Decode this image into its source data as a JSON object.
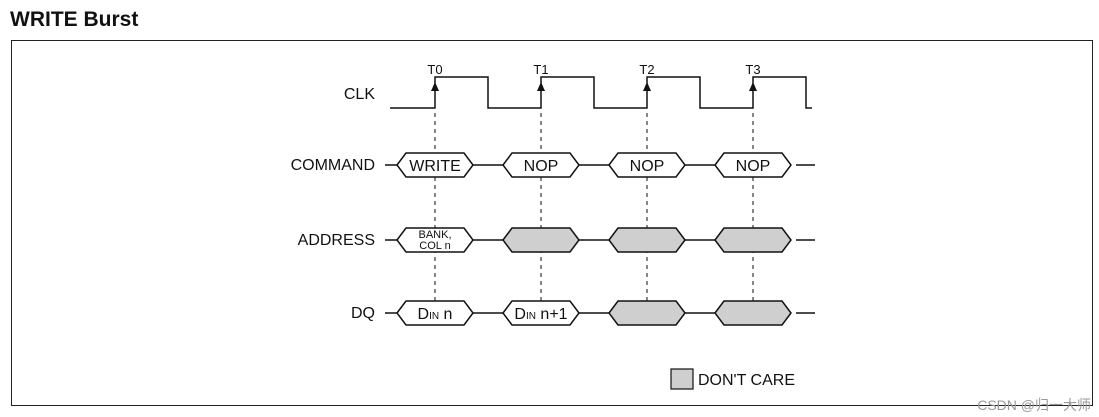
{
  "title": "WRITE Burst",
  "colors": {
    "dont_care_fill": "#cfcfcf",
    "line": "#111111",
    "watermark": "#9a9a9a"
  },
  "clock_edges": [
    "T0",
    "T1",
    "T2",
    "T3"
  ],
  "signals": [
    {
      "name": "CLK"
    },
    {
      "name": "COMMAND",
      "cells": [
        {
          "type": "value",
          "text": "WRITE"
        },
        {
          "type": "value",
          "text": "NOP"
        },
        {
          "type": "value",
          "text": "NOP"
        },
        {
          "type": "value",
          "text": "NOP"
        }
      ]
    },
    {
      "name": "ADDRESS",
      "cells": [
        {
          "type": "value",
          "lines": [
            "BANK,",
            "COL n"
          ]
        },
        {
          "type": "dontcare"
        },
        {
          "type": "dontcare"
        },
        {
          "type": "dontcare"
        }
      ]
    },
    {
      "name": "DQ",
      "cells": [
        {
          "type": "value",
          "main": "D",
          "sub": "IN",
          "suffix": " n"
        },
        {
          "type": "value",
          "main": "D",
          "sub": "IN",
          "suffix": " n+1"
        },
        {
          "type": "dontcare"
        },
        {
          "type": "dontcare"
        }
      ]
    }
  ],
  "legend": {
    "label": "DON'T CARE"
  },
  "watermark": "CSDN @归一大师"
}
